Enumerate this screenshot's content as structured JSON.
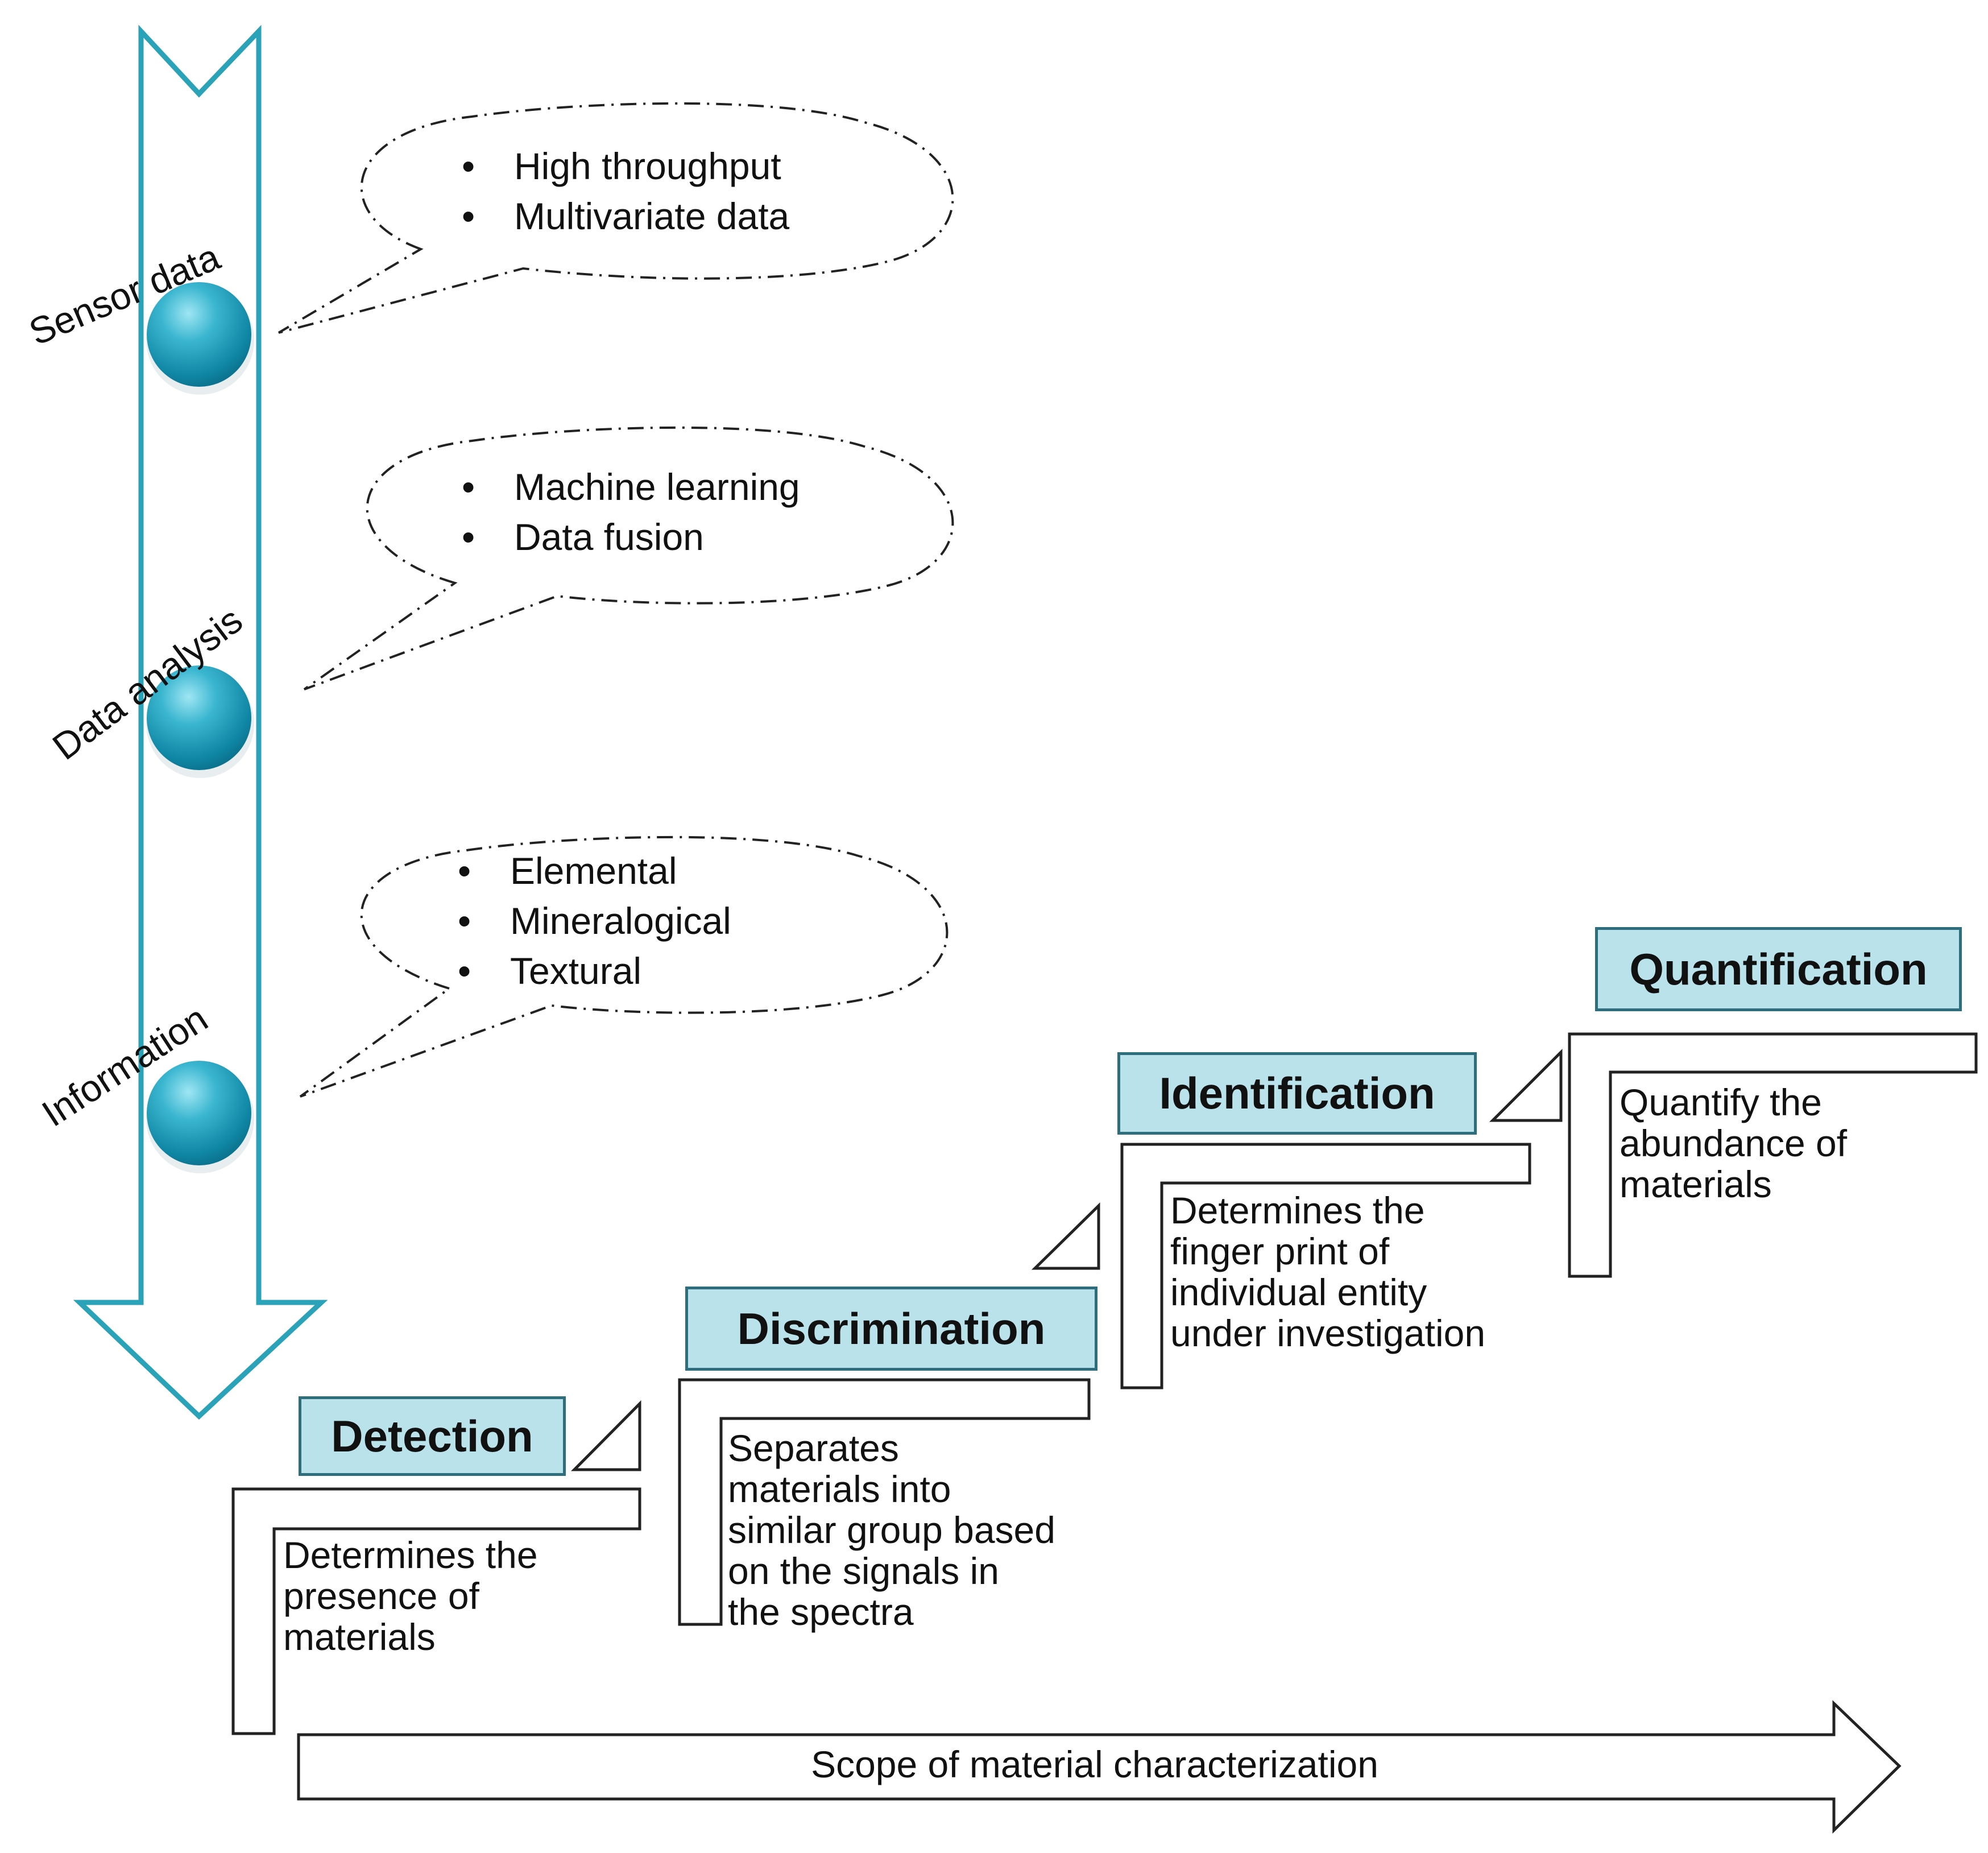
{
  "process_steps": [
    {
      "label": "Sensor data",
      "callout": [
        "High throughput",
        "Multivariate  data"
      ]
    },
    {
      "label": "Data analysis",
      "callout": [
        "Machine learning",
        "Data fusion"
      ]
    },
    {
      "label": "Information",
      "callout": [
        "Elemental",
        "Mineralogical",
        "Textural"
      ]
    }
  ],
  "stages": [
    {
      "title": "Detection",
      "description": [
        "Determines the",
        "presence of",
        "materials"
      ]
    },
    {
      "title": "Discrimination",
      "description": [
        "Separates",
        "materials into",
        "similar group based",
        "on the signals in",
        "the spectra"
      ]
    },
    {
      "title": "Identification",
      "description": [
        "Determines the",
        "finger print of",
        "individual entity",
        "under investigation"
      ]
    },
    {
      "title": "Quantification",
      "description": [
        "Quantify  the",
        "abundance of",
        "materials"
      ]
    }
  ],
  "scope_arrow_label": "Scope of material characterization",
  "colors": {
    "arrow_outline": "#2aa3b8",
    "sphere": "#1596b5",
    "title_fill": "#b9e2ea",
    "title_border": "#2f6f7d"
  }
}
